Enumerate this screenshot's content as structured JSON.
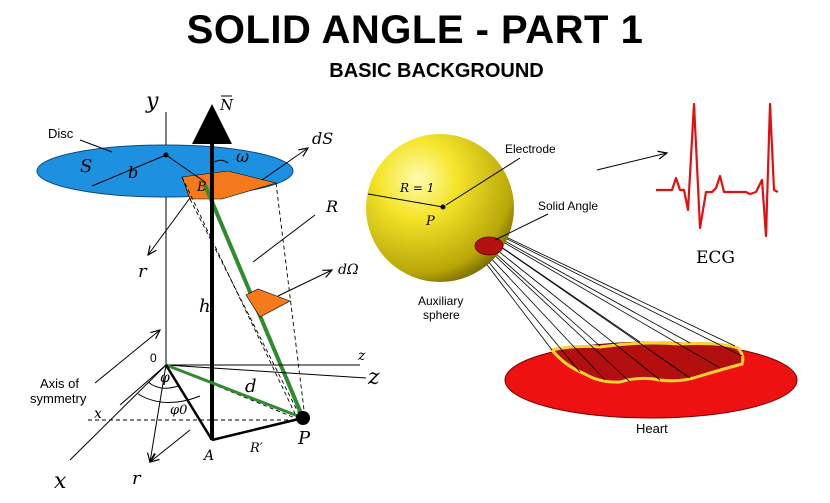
{
  "header": {
    "title": "SOLID ANGLE - PART 1",
    "subtitle": "BASIC BACKGROUND"
  },
  "left_diagram": {
    "disc_label": "Disc",
    "axis_y": "y",
    "normal_vector": "N",
    "surface_S": "S",
    "radius_b": "b",
    "angle_omega": "ω",
    "element_dS": "dS",
    "point_B": "B",
    "distance_R": "R",
    "element_dOmega": "dΩ",
    "radial_r_top": "r",
    "height_h": "h",
    "origin": "0",
    "axis_z_small": "z",
    "axis_z": "z",
    "axis_of_symmetry": [
      "Axis of",
      "symmetry"
    ],
    "angle_phi": "φ",
    "angle_phi0": "φ0",
    "distance_d": "d",
    "axis_x_small": "x",
    "point_P": "P",
    "point_A": "A",
    "distance_Rprime": "R′",
    "axis_x": "x",
    "radial_r_bottom": "r"
  },
  "right_diagram": {
    "electrode_label": "Electrode",
    "radius_label": "R = 1",
    "point_P": "P",
    "solid_angle_label": "Solid Angle",
    "auxiliary_sphere_label": [
      "Auxiliary",
      "sphere"
    ],
    "ecg_label": "ECG",
    "heart_label": "Heart"
  },
  "colors": {
    "disc_blue": "#1e90e0",
    "orange": "#f47a1c",
    "green": "#2e8b2e",
    "sphere_yellow": "#f2e22a",
    "heart_red": "#ee1111",
    "heart_dark_red": "#b30f0f",
    "ecg_red": "#e01010"
  }
}
